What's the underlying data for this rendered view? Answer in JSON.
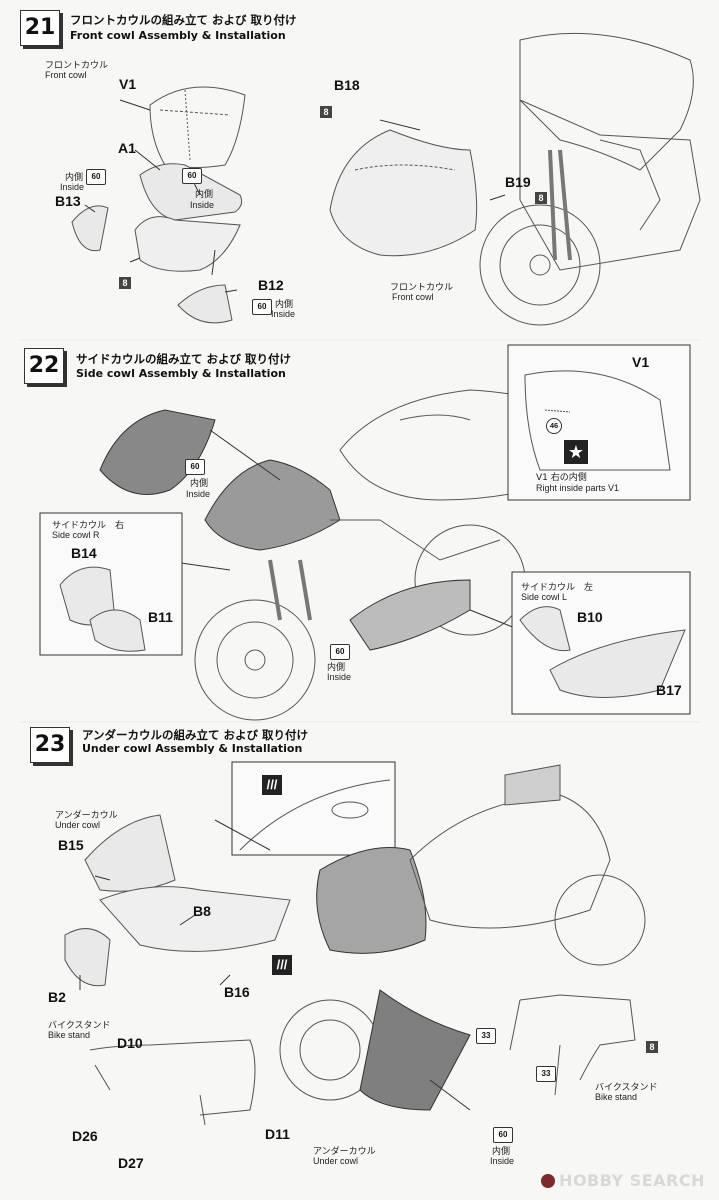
{
  "steps": [
    {
      "number": "21",
      "title_jp": "フロントカウルの組み立て および 取り付け",
      "title_en": "Front cowl Assembly & Installation"
    },
    {
      "number": "22",
      "title_jp": "サイドカウルの組み立て および 取り付け",
      "title_en": "Side cowl Assembly & Installation"
    },
    {
      "number": "23",
      "title_jp": "アンダーカウルの組み立て および 取り付け",
      "title_en": "Under cowl Assembly & Installation"
    }
  ],
  "step21": {
    "front_cowl_jp": "フロントカウル",
    "front_cowl_en": "Front cowl",
    "parts": {
      "v1": "V1",
      "a1": "A1",
      "b13": "B13",
      "b12": "B12",
      "b18": "B18",
      "b19": "B19"
    },
    "paint_60": "60",
    "inside_jp": "内側",
    "inside_en": "Inside",
    "paint_8": "8",
    "front_cowl_jp_2": "フロントカウル",
    "front_cowl_en_2": "Front cowl"
  },
  "step22": {
    "callout_part": "V1",
    "callout_decal": "46",
    "callout_jp": "V1 右の内側",
    "callout_en": "Right inside parts V1",
    "side_r_jp": "サイドカウル　右",
    "side_r_en": "Side cowl R",
    "side_l_jp": "サイドカウル　左",
    "side_l_en": "Side cowl L",
    "parts": {
      "b14": "B14",
      "b11": "B11",
      "b10": "B10",
      "b17": "B17"
    },
    "paint_60": "60",
    "inside_jp": "内側",
    "inside_en": "Inside"
  },
  "step23": {
    "under_cowl_jp": "アンダーカウル",
    "under_cowl_en": "Under cowl",
    "parts": {
      "b15": "B15",
      "b8": "B8",
      "b16": "B16",
      "b2": "B2",
      "d10": "D10",
      "d26": "D26",
      "d27": "D27",
      "d11": "D11"
    },
    "bike_stand_jp": "バイクスタンド",
    "bike_stand_en": "Bike stand",
    "paint_33": "33",
    "paint_8": "8",
    "paint_60": "60",
    "inside_jp": "内側",
    "inside_en": "Inside"
  },
  "watermark": "HOBBY SEARCH",
  "icons": {
    "star": "star-icon",
    "decal": "decal-icon"
  }
}
